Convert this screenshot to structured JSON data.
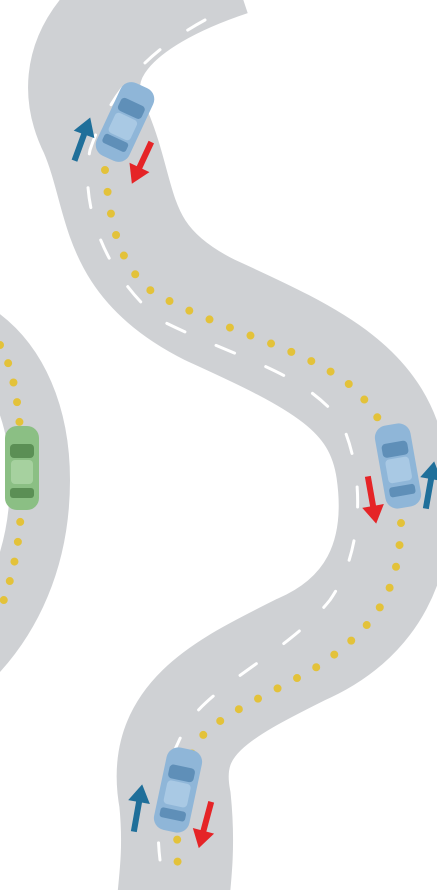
{
  "scene": {
    "road_color": "#cfd1d4",
    "center_line_color": "#e3c23a",
    "lane_edge_color": "#ffffff",
    "background": "#ffffff"
  },
  "vehicles": [
    {
      "name": "blue-car-top",
      "color": "#8fb6d8",
      "heading": "up"
    },
    {
      "name": "blue-car-middle",
      "color": "#8fb6d8",
      "heading": "up"
    },
    {
      "name": "blue-car-bottom",
      "color": "#8fb6d8",
      "heading": "up"
    },
    {
      "name": "green-car-left",
      "color": "#8bbf84",
      "heading": "up"
    }
  ],
  "arrows": {
    "blue_color": "#1f6f9a",
    "red_color": "#e52427"
  }
}
